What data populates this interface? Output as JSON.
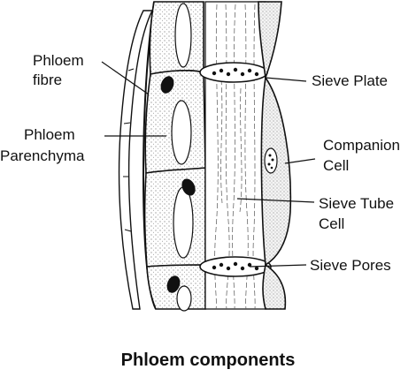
{
  "diagram": {
    "caption": "Phloem components",
    "labels": {
      "phloem_fibre": [
        "Phloem",
        "fibre"
      ],
      "phloem_parenchyma": [
        "Phloem",
        "Parenchyma"
      ],
      "sieve_plate": [
        "Sieve Plate"
      ],
      "companion_cell": [
        "Companion",
        "Cell"
      ],
      "sieve_tube_cell": [
        "Sieve Tube",
        "Cell"
      ],
      "sieve_pores": [
        "Sieve Pores"
      ]
    },
    "colors": {
      "ink": "#111111",
      "stipple": "#c9c9c9",
      "background": "#ffffff"
    }
  }
}
